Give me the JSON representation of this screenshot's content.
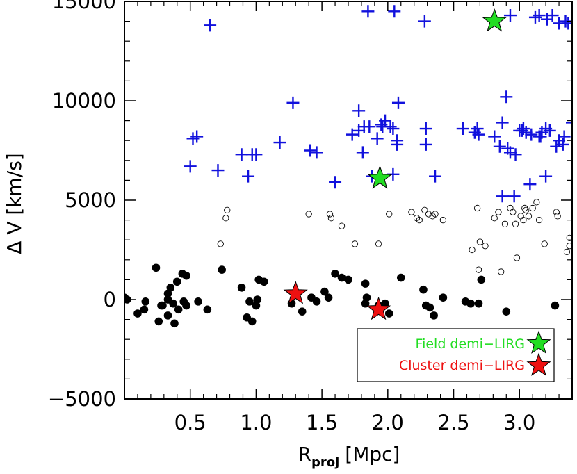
{
  "chart_data": {
    "type": "scatter",
    "xlabel": "R",
    "xlabel_sub": "proj",
    "xunit": "[Mpc]",
    "ylabel": "Δ V [km/s]",
    "xlim": [
      0.0,
      3.4
    ],
    "ylim": [
      -5000,
      15000
    ],
    "xticks": [
      0.5,
      1.0,
      1.5,
      2.0,
      2.5,
      3.0
    ],
    "xtick_labels": [
      "0.5",
      "1.0",
      "1.5",
      "2.0",
      "2.5",
      "3.0"
    ],
    "yticks": [
      -5000,
      0,
      5000,
      10000,
      15000
    ],
    "ytick_labels": [
      "−5000",
      "0",
      "5000",
      "10000",
      "15000"
    ],
    "grid": false,
    "legend_position": "bottom-right",
    "legend": [
      {
        "label": "Field demi−LIRG",
        "color": "#22dd22"
      },
      {
        "label": "Cluster demi−LIRG",
        "color": "#ee1111"
      }
    ],
    "series": [
      {
        "marker": "plus",
        "color": "#1111dd",
        "points": [
          [
            0.52,
            8100
          ],
          [
            0.5,
            6700
          ],
          [
            0.55,
            8200
          ],
          [
            0.65,
            13800
          ],
          [
            0.71,
            6500
          ],
          [
            0.89,
            7300
          ],
          [
            0.94,
            6200
          ],
          [
            0.97,
            7300
          ],
          [
            1.0,
            7300
          ],
          [
            1.18,
            7900
          ],
          [
            1.28,
            9900
          ],
          [
            1.41,
            7500
          ],
          [
            1.46,
            7400
          ],
          [
            1.6,
            5900
          ],
          [
            1.73,
            8300
          ],
          [
            1.78,
            9500
          ],
          [
            1.78,
            8500
          ],
          [
            1.81,
            7400
          ],
          [
            1.82,
            8700
          ],
          [
            1.85,
            14500
          ],
          [
            1.86,
            8700
          ],
          [
            1.88,
            6200
          ],
          [
            1.92,
            8100
          ],
          [
            1.95,
            8800
          ],
          [
            1.96,
            8700
          ],
          [
            1.98,
            9000
          ],
          [
            2.02,
            8700
          ],
          [
            2.04,
            8600
          ],
          [
            2.04,
            6300
          ],
          [
            2.05,
            14500
          ],
          [
            2.07,
            7800
          ],
          [
            2.07,
            8000
          ],
          [
            2.08,
            9900
          ],
          [
            2.28,
            14000
          ],
          [
            2.29,
            7800
          ],
          [
            2.29,
            8600
          ],
          [
            2.36,
            6200
          ],
          [
            2.57,
            8600
          ],
          [
            2.66,
            8400
          ],
          [
            2.68,
            8600
          ],
          [
            2.69,
            8300
          ],
          [
            2.81,
            8200
          ],
          [
            2.85,
            7700
          ],
          [
            2.87,
            5200
          ],
          [
            2.87,
            8900
          ],
          [
            2.9,
            10200
          ],
          [
            2.91,
            7600
          ],
          [
            2.93,
            14300
          ],
          [
            2.93,
            7400
          ],
          [
            2.96,
            5200
          ],
          [
            2.97,
            7300
          ],
          [
            3.0,
            8500
          ],
          [
            3.02,
            8500
          ],
          [
            3.03,
            8600
          ],
          [
            3.05,
            8400
          ],
          [
            3.08,
            5800
          ],
          [
            3.09,
            8300
          ],
          [
            3.12,
            14200
          ],
          [
            3.15,
            8200
          ],
          [
            3.15,
            14300
          ],
          [
            3.16,
            8200
          ],
          [
            3.17,
            8400
          ],
          [
            3.2,
            8600
          ],
          [
            3.2,
            6200
          ],
          [
            3.21,
            14100
          ],
          [
            3.23,
            8500
          ],
          [
            3.25,
            14300
          ],
          [
            3.28,
            7700
          ],
          [
            3.3,
            13900
          ],
          [
            3.3,
            8000
          ],
          [
            3.33,
            7800
          ],
          [
            3.34,
            8200
          ],
          [
            3.35,
            14000
          ],
          [
            3.37,
            13900
          ],
          [
            3.4,
            8900
          ]
        ]
      },
      {
        "marker": "open-circle",
        "color": "#000000",
        "points": [
          [
            0.73,
            2800
          ],
          [
            0.77,
            4100
          ],
          [
            0.78,
            4500
          ],
          [
            1.4,
            4300
          ],
          [
            1.56,
            4300
          ],
          [
            1.57,
            4100
          ],
          [
            1.65,
            3700
          ],
          [
            1.75,
            2800
          ],
          [
            1.93,
            2800
          ],
          [
            2.01,
            4300
          ],
          [
            2.18,
            4400
          ],
          [
            2.22,
            4100
          ],
          [
            2.24,
            4000
          ],
          [
            2.28,
            4500
          ],
          [
            2.31,
            4300
          ],
          [
            2.34,
            4200
          ],
          [
            2.36,
            4300
          ],
          [
            2.42,
            4000
          ],
          [
            2.64,
            2500
          ],
          [
            2.68,
            4600
          ],
          [
            2.69,
            1500
          ],
          [
            2.7,
            2900
          ],
          [
            2.74,
            2700
          ],
          [
            2.81,
            4100
          ],
          [
            2.84,
            4400
          ],
          [
            2.86,
            1400
          ],
          [
            2.89,
            3800
          ],
          [
            2.93,
            4600
          ],
          [
            2.95,
            4400
          ],
          [
            2.97,
            3800
          ],
          [
            2.98,
            2100
          ],
          [
            3.01,
            4200
          ],
          [
            3.03,
            4000
          ],
          [
            3.04,
            4600
          ],
          [
            3.05,
            4500
          ],
          [
            3.07,
            4200
          ],
          [
            3.1,
            4600
          ],
          [
            3.13,
            4900
          ],
          [
            3.15,
            4000
          ],
          [
            3.19,
            2800
          ],
          [
            3.28,
            4400
          ],
          [
            3.29,
            4200
          ],
          [
            3.36,
            2400
          ],
          [
            3.38,
            3100
          ],
          [
            3.38,
            2700
          ]
        ]
      },
      {
        "marker": "filled-circle",
        "color": "#000000",
        "points": [
          [
            0.0,
            100
          ],
          [
            0.02,
            0
          ],
          [
            0.1,
            -700
          ],
          [
            0.15,
            -500
          ],
          [
            0.16,
            -100
          ],
          [
            0.24,
            1600
          ],
          [
            0.26,
            -1100
          ],
          [
            0.28,
            -300
          ],
          [
            0.29,
            -300
          ],
          [
            0.33,
            0
          ],
          [
            0.33,
            300
          ],
          [
            0.33,
            -800
          ],
          [
            0.35,
            600
          ],
          [
            0.37,
            -200
          ],
          [
            0.38,
            -1200
          ],
          [
            0.4,
            900
          ],
          [
            0.41,
            -500
          ],
          [
            0.44,
            1300
          ],
          [
            0.45,
            -100
          ],
          [
            0.47,
            1200
          ],
          [
            0.47,
            -300
          ],
          [
            0.56,
            -100
          ],
          [
            0.63,
            -500
          ],
          [
            0.74,
            1500
          ],
          [
            0.89,
            600
          ],
          [
            0.93,
            -900
          ],
          [
            0.95,
            -100
          ],
          [
            0.97,
            -1100
          ],
          [
            1.0,
            -300
          ],
          [
            1.01,
            0
          ],
          [
            1.02,
            1000
          ],
          [
            1.06,
            900
          ],
          [
            1.27,
            -200
          ],
          [
            1.31,
            300
          ],
          [
            1.35,
            -600
          ],
          [
            1.42,
            100
          ],
          [
            1.46,
            -100
          ],
          [
            1.52,
            400
          ],
          [
            1.55,
            100
          ],
          [
            1.6,
            1300
          ],
          [
            1.65,
            1100
          ],
          [
            1.7,
            1000
          ],
          [
            1.83,
            -200
          ],
          [
            1.83,
            800
          ],
          [
            1.84,
            100
          ],
          [
            1.93,
            -300
          ],
          [
            1.98,
            -200
          ],
          [
            2.01,
            -700
          ],
          [
            2.1,
            1100
          ],
          [
            2.27,
            500
          ],
          [
            2.29,
            -300
          ],
          [
            2.32,
            -400
          ],
          [
            2.35,
            -800
          ],
          [
            2.42,
            100
          ],
          [
            2.59,
            -100
          ],
          [
            2.63,
            -200
          ],
          [
            2.69,
            -200
          ],
          [
            2.71,
            1000
          ],
          [
            2.9,
            -600
          ],
          [
            3.27,
            -300
          ]
        ]
      },
      {
        "name": "Field demi−LIRG",
        "marker": "star",
        "color": "#22dd22",
        "points": [
          [
            2.81,
            14000
          ],
          [
            1.94,
            6100
          ]
        ]
      },
      {
        "name": "Cluster demi−LIRG",
        "marker": "star",
        "color": "#ee1111",
        "points": [
          [
            1.3,
            300
          ],
          [
            1.93,
            -500
          ]
        ]
      }
    ]
  }
}
